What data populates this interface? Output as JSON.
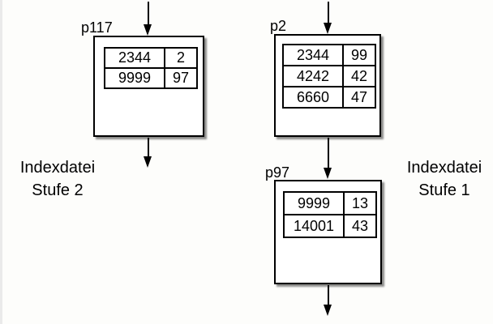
{
  "diagram": {
    "background": "#fdfdfb",
    "line_color": "#000000",
    "shadow_color": "#8c8c8c",
    "captions": {
      "left_line1": "Indexdatei",
      "left_line2": "Stufe 2",
      "right_line1": "Indexdatei",
      "right_line2": "Stufe 1"
    },
    "nodes": [
      {
        "label": "p117",
        "rows": [
          [
            "2344",
            "2"
          ],
          [
            "9999",
            "97"
          ]
        ]
      },
      {
        "label": "p2",
        "rows": [
          [
            "2344",
            "99"
          ],
          [
            "4242",
            "42"
          ],
          [
            "6660",
            "47"
          ]
        ]
      },
      {
        "label": "p97",
        "rows": [
          [
            "9999",
            "13"
          ],
          [
            "14001",
            "43"
          ]
        ]
      }
    ]
  }
}
